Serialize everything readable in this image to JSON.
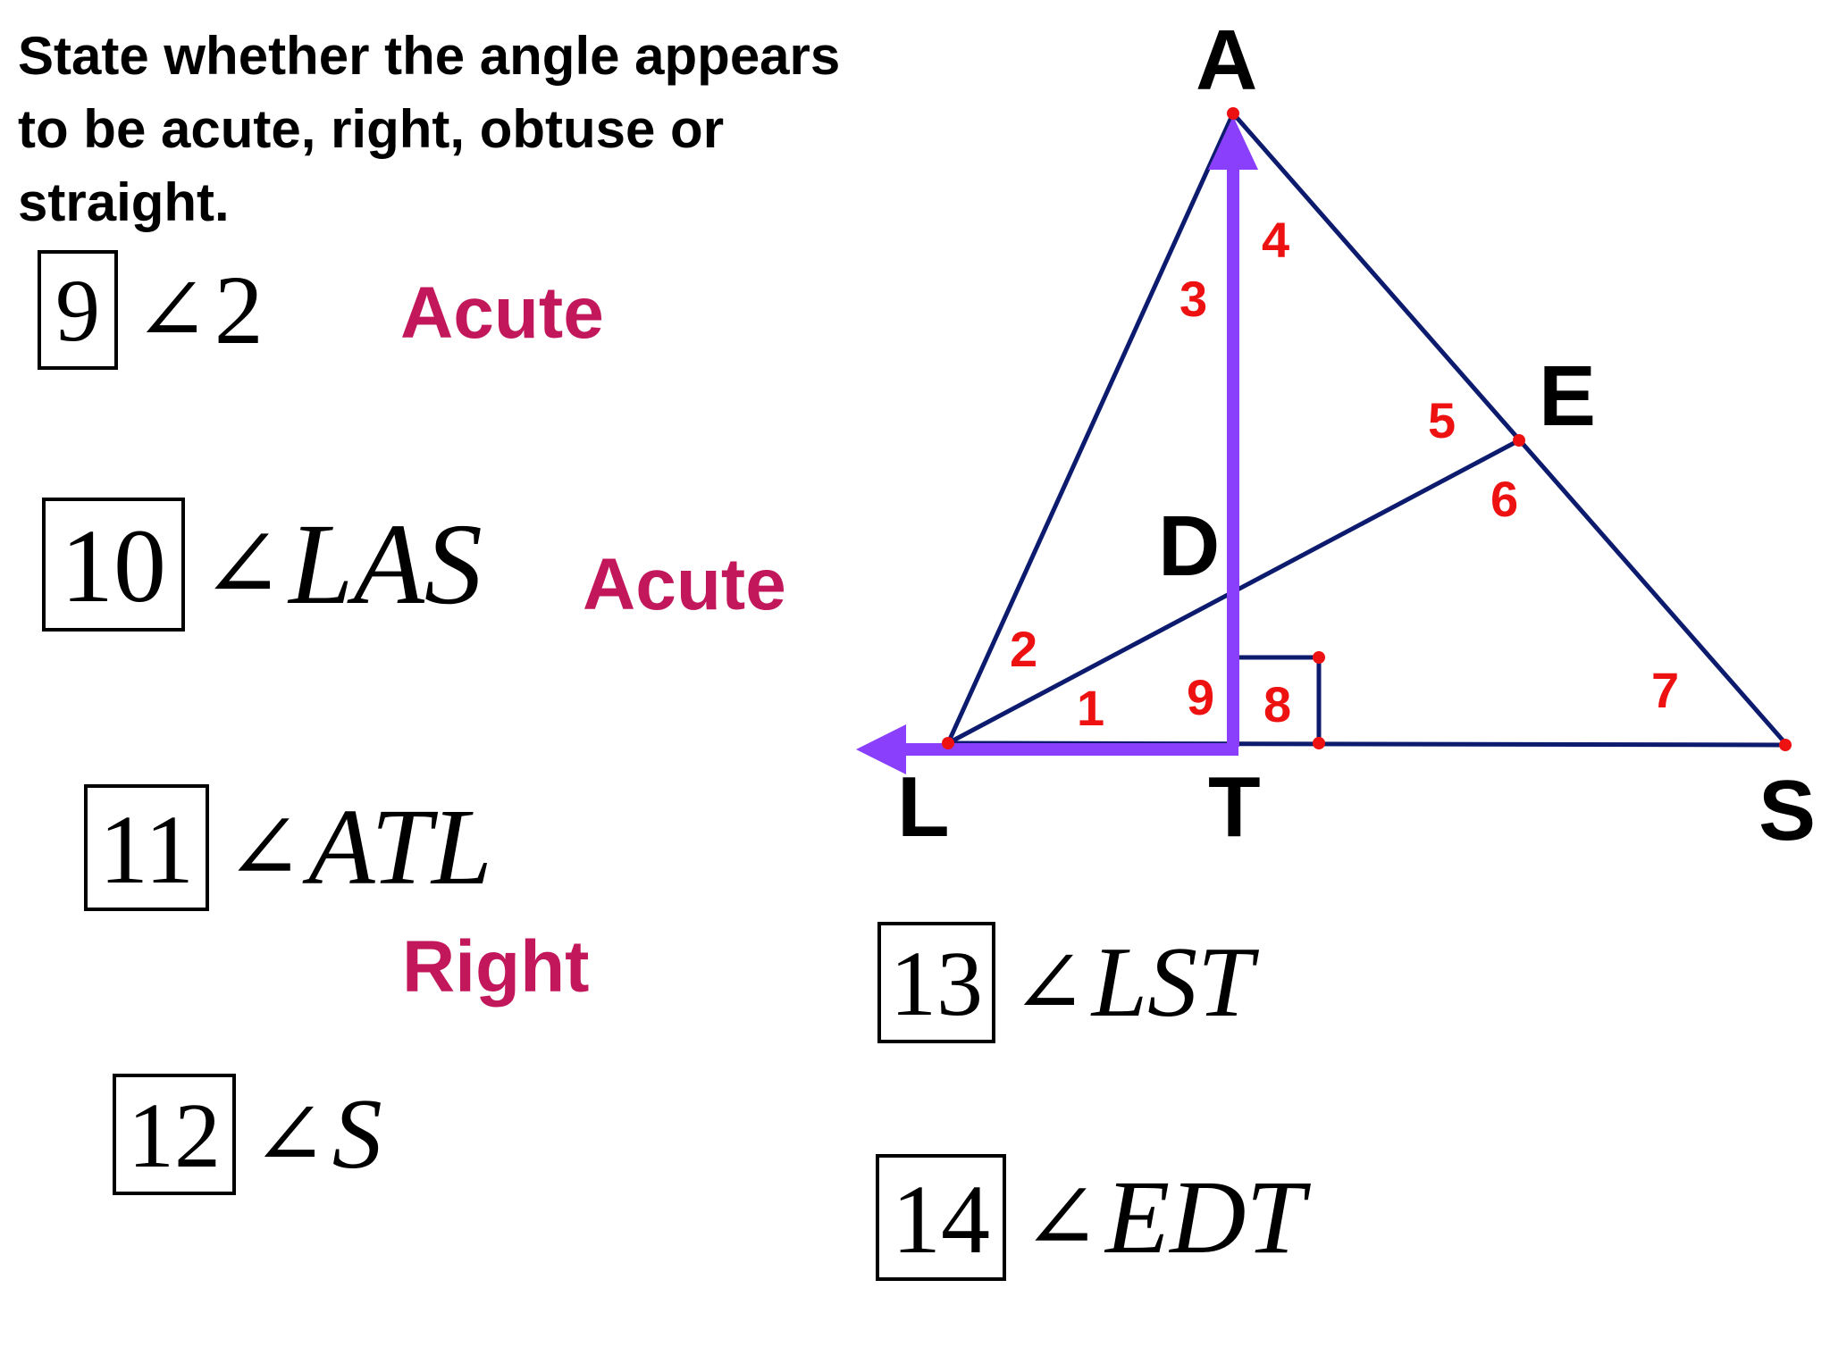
{
  "instructions": {
    "line1": "State whether the angle appears",
    "line2": "to be acute, right, obtuse or",
    "line3": "straight."
  },
  "problems": [
    {
      "number": "9",
      "symbol": "∠",
      "angle": "2",
      "answer": "Acute"
    },
    {
      "number": "10",
      "symbol": "∠",
      "angle": "LAS",
      "answer": "Acute"
    },
    {
      "number": "11",
      "symbol": "∠",
      "angle": "ATL",
      "answer": "Right"
    },
    {
      "number": "12",
      "symbol": "∠",
      "angle": "S",
      "answer": ""
    },
    {
      "number": "13",
      "symbol": "∠",
      "angle": "LST",
      "answer": ""
    },
    {
      "number": "14",
      "symbol": "∠",
      "angle": "EDT",
      "answer": ""
    }
  ],
  "figure": {
    "vertices": [
      "A",
      "E",
      "D",
      "L",
      "T",
      "S"
    ],
    "angle_numbers": [
      "1",
      "2",
      "3",
      "4",
      "5",
      "6",
      "7",
      "8",
      "9"
    ],
    "colors": {
      "segments": "#0d1b6e",
      "highlight": "#8a3ffc",
      "points": "#ee1111",
      "angle_numbers": "#ee1111",
      "answers": "#c2185b"
    }
  }
}
